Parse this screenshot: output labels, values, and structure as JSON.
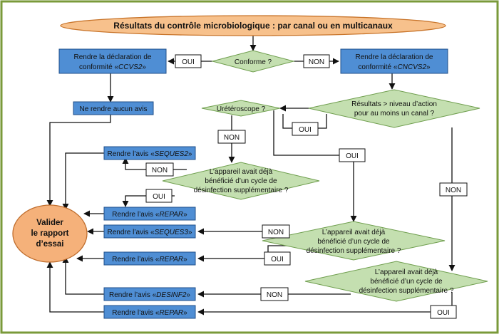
{
  "title": "Résultats du contrôle microbiologique : par canal ou en multicanaux",
  "yes_label": "OUI",
  "no_label": "NON",
  "decisions": {
    "conforme": "Conforme ?",
    "resultats": [
      "Résultats > niveau d’action",
      "pour au moins un canal ?"
    ],
    "ureteroscope": "Urétéroscope ?",
    "cycle_question": [
      "L’appareil avait déjà",
      "bénéficié d’un cycle de",
      "désinfection supplémentaire ?"
    ]
  },
  "actions": {
    "ccvs2_line1": "Rendre la déclaration de",
    "ccvs2_line2_prefix": "conformité «",
    "ccvs2_code": "CCVS2",
    "ccvs2_suffix": "»",
    "cncvs2_line1": "Rendre la déclaration de",
    "cncvs2_line2_prefix": "conformité «",
    "cncvs2_code": "CNCVS2",
    "cncvs2_suffix": "»",
    "no_opinion": "Ne rendre aucun avis",
    "avis_prefix": "Rendre l’avis «",
    "avis_suffix": "»",
    "codes": [
      "SEQUES2",
      "REPAR",
      "SEQUES3",
      "REPAR",
      "DESINF2",
      "REPAR"
    ]
  },
  "terminal": [
    "Valider",
    "le rapport",
    "d’essai"
  ],
  "colors": {
    "frame": "#7a9a3a",
    "title_fill": "#f7c18c",
    "title_stroke": "#c8742a",
    "action_fill": "#4f8ed4",
    "action_stroke": "#1f4f8a",
    "decision_fill": "#c4dfb0",
    "decision_stroke": "#6f9e4e",
    "terminal_fill": "#f5b17a",
    "terminal_stroke": "#c06e2e",
    "line": "#111111"
  }
}
